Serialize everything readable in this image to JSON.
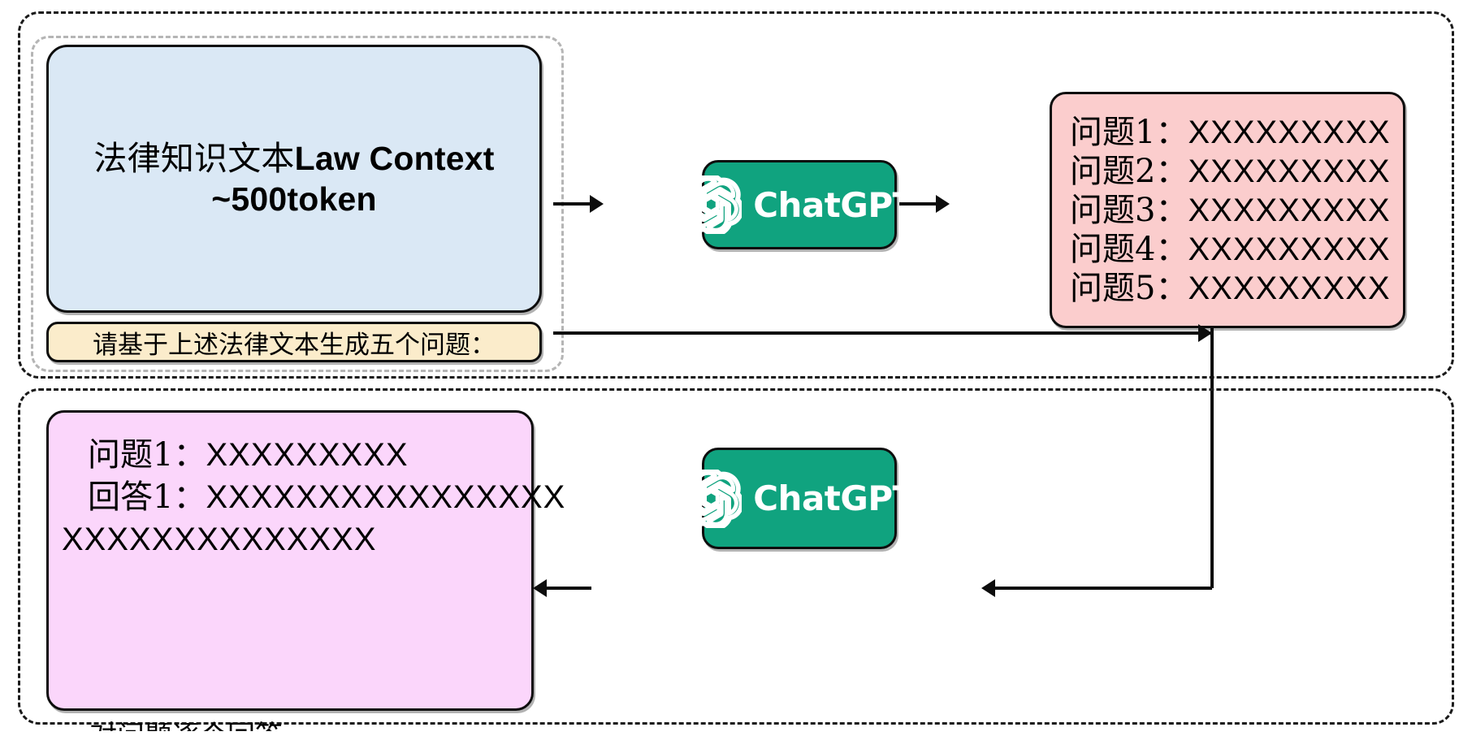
{
  "diagram": {
    "title_visible": false,
    "colors": {
      "context_box_fill": "#dae8f5",
      "prompt_box_fill": "#fbeccb",
      "questions_box_fill": "#fbcdcd",
      "answer_box_fill": "#fbd6fb",
      "chatgpt_green": "#10a37f",
      "stroke": "#0d0d0d",
      "outer_frame_dash": "#1a1a1a",
      "inner_frame_dash": "#b5b5b5"
    }
  },
  "stage_top": {
    "context_box": {
      "line1_cn": "法律知识文本",
      "line1_en": "Law Context",
      "line2": "~500token"
    },
    "prompt_box": {
      "text": "请基于上述法律文本生成五个问题："
    },
    "chatgpt": {
      "label": "ChatGPT",
      "mark": "openai-logo-icon"
    },
    "questions_box": {
      "rows": [
        {
          "label": "问题1：",
          "value": "XXXXXXXXX"
        },
        {
          "label": "问题2：",
          "value": "XXXXXXXXX"
        },
        {
          "label": "问题3：",
          "value": "XXXXXXXXX"
        },
        {
          "label": "问题4：",
          "value": "XXXXXXXXX"
        },
        {
          "label": "问题5：",
          "value": "XXXXXXXXX"
        }
      ]
    }
  },
  "stage_bottom": {
    "answer_box": {
      "rows": [
        {
          "label": "问题1：",
          "value": "XXXXXXXXX"
        },
        {
          "label": "回答1：",
          "value": "XXXXXXXXXXXXXXXX"
        },
        {
          "label": "",
          "value": "XXXXXXXXXXXXXX"
        }
      ]
    },
    "chatgpt": {
      "label": "ChatGPT",
      "mark": "openai-logo-icon"
    },
    "clipped_caption": "对问题逐个回答"
  }
}
